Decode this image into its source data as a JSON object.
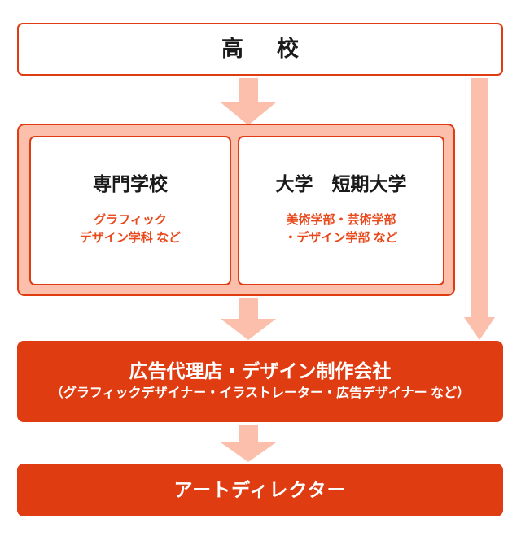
{
  "diagram": {
    "title_text": "高　校",
    "colors": {
      "red": "#e03c12",
      "pink_fill": "#fbbfab",
      "arrow_pink": "#fbbfab",
      "white": "#ffffff",
      "text_black": "#1a1a1a"
    }
  },
  "top": {
    "label": "高　校"
  },
  "schools": {
    "cards": [
      {
        "title": "専門学校",
        "subtitle": "グラフィック\nデザイン学科 など"
      },
      {
        "title": "大学　短期大学",
        "subtitle": "美術学部・芸術学部\n・デザイン学部 など"
      }
    ]
  },
  "agency": {
    "title": "広告代理店・デザイン制作会社",
    "subtitle": "（グラフィックデザイナー・イラストレーター・広告デザイナー など）"
  },
  "director": {
    "label": "アートディレクター"
  },
  "arrows": [
    {
      "name": "arrow-top-to-schools",
      "direction": "down"
    },
    {
      "name": "arrow-schools-to-agency",
      "direction": "down"
    },
    {
      "name": "arrow-agency-to-director",
      "direction": "down"
    },
    {
      "name": "arrow-bypass-top-to-agency",
      "direction": "down"
    }
  ]
}
